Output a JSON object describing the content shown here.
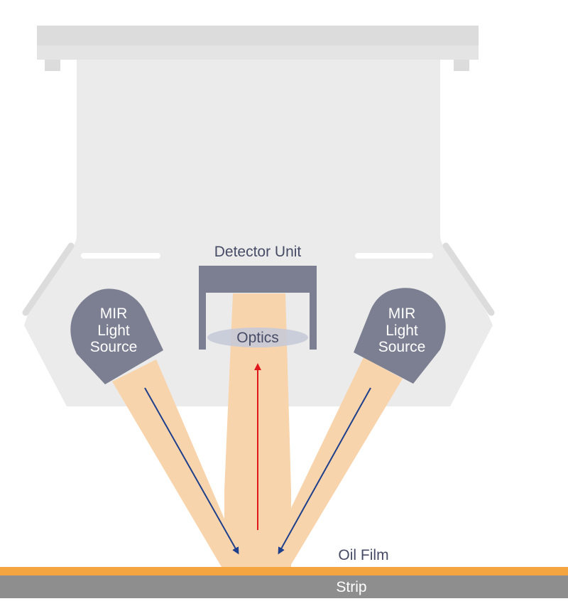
{
  "labels": {
    "detector_unit": "Detector Unit",
    "optics": "Optics",
    "left_source": [
      "MIR",
      "Light",
      "Source"
    ],
    "right_source": [
      "MIR",
      "Light",
      "Source"
    ],
    "oil_film": "Oil Film",
    "strip": "Strip"
  },
  "colors": {
    "housing": "#ebebeb",
    "housing_rail": "#dcdcdc",
    "component": "#7b7f91",
    "light_beam": "#f8d4ac",
    "optics_lens": "#c6cad8",
    "incident_arrow": "#1d3f8c",
    "reflected_arrow": "#e0181b",
    "oil_film": "#f4a53f",
    "strip": "#8e8e8e",
    "label_text": "#474b65",
    "white_text": "#ffffff"
  }
}
